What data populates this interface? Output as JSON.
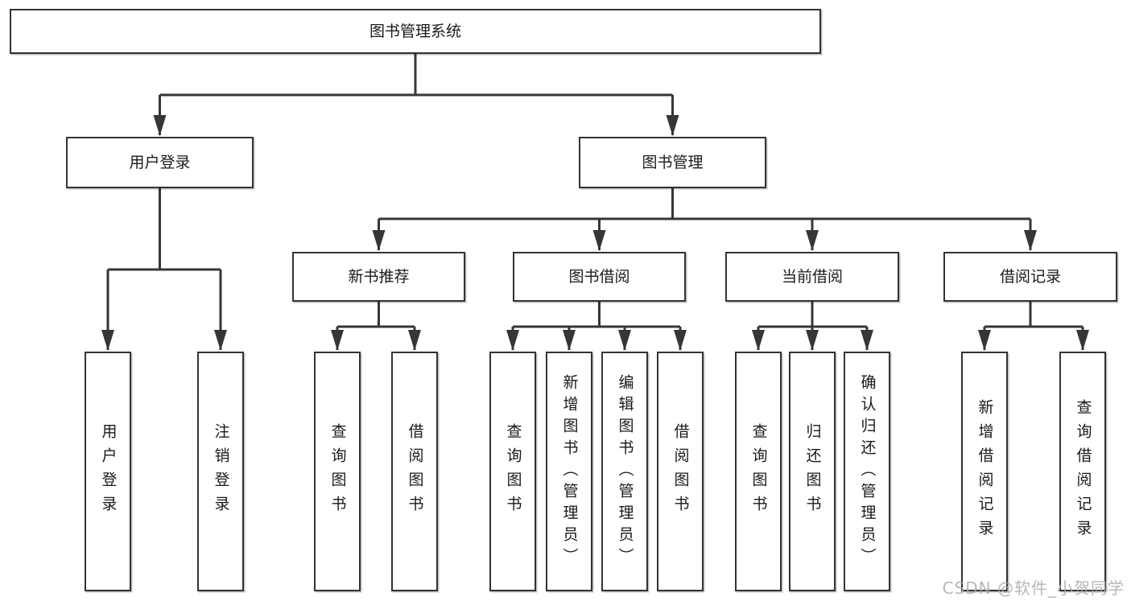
{
  "colors": {
    "line": "#363636",
    "box_border": "#333333",
    "box_background": "#ffffff",
    "text": "#1a1a1a",
    "watermark": "#aaaaaa"
  },
  "tree": {
    "root": "图书管理系统",
    "children": [
      {
        "label": "用户登录",
        "children": [
          "用户登录",
          "注销登录"
        ]
      },
      {
        "label": "图书管理",
        "children": [
          {
            "label": "新书推荐",
            "children": [
              "查询图书",
              "借阅图书"
            ]
          },
          {
            "label": "图书借阅",
            "children": [
              "查询图书",
              "新增图书（管理员）",
              "编辑图书（管理员）",
              "借阅图书"
            ]
          },
          {
            "label": "当前借阅",
            "children": [
              "查询图书",
              "归还图书",
              "确认归还（管理员）"
            ]
          },
          {
            "label": "借阅记录",
            "children": [
              "新增借阅记录",
              "查询借阅记录"
            ]
          }
        ]
      }
    ]
  },
  "watermark": {
    "text": "CSDN @软件_小贺同学"
  }
}
